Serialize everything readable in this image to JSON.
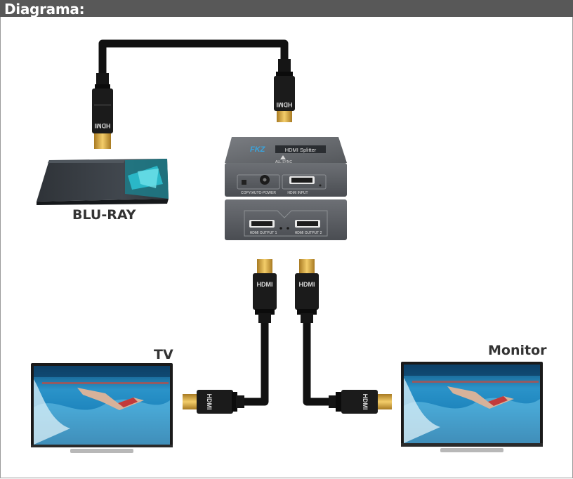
{
  "header": {
    "title": "Diagrama:"
  },
  "devices": {
    "bluray": {
      "label": "BLU-RAY"
    },
    "tv": {
      "label": "TV"
    },
    "monitor": {
      "label": "Monitor"
    }
  },
  "splitter": {
    "brand": "FKZ",
    "name": "HDMI Splitter",
    "sub": "ALL SYNC",
    "switch_label": "COPY/AUTO-POWER",
    "input_label": "HDMI INPUT",
    "output1_label": "HDMI OUTPUT 1",
    "output2_label": "HDMI OUTPUT 2"
  },
  "connector_text": "HDMI",
  "colors": {
    "header_bg": "#585858",
    "splitter_body": "#5a5d61",
    "cable": "#111111",
    "gold": "#d9a53b",
    "bluray_teal": "#2ab7c7",
    "screen_water": "#1c7fb5"
  }
}
